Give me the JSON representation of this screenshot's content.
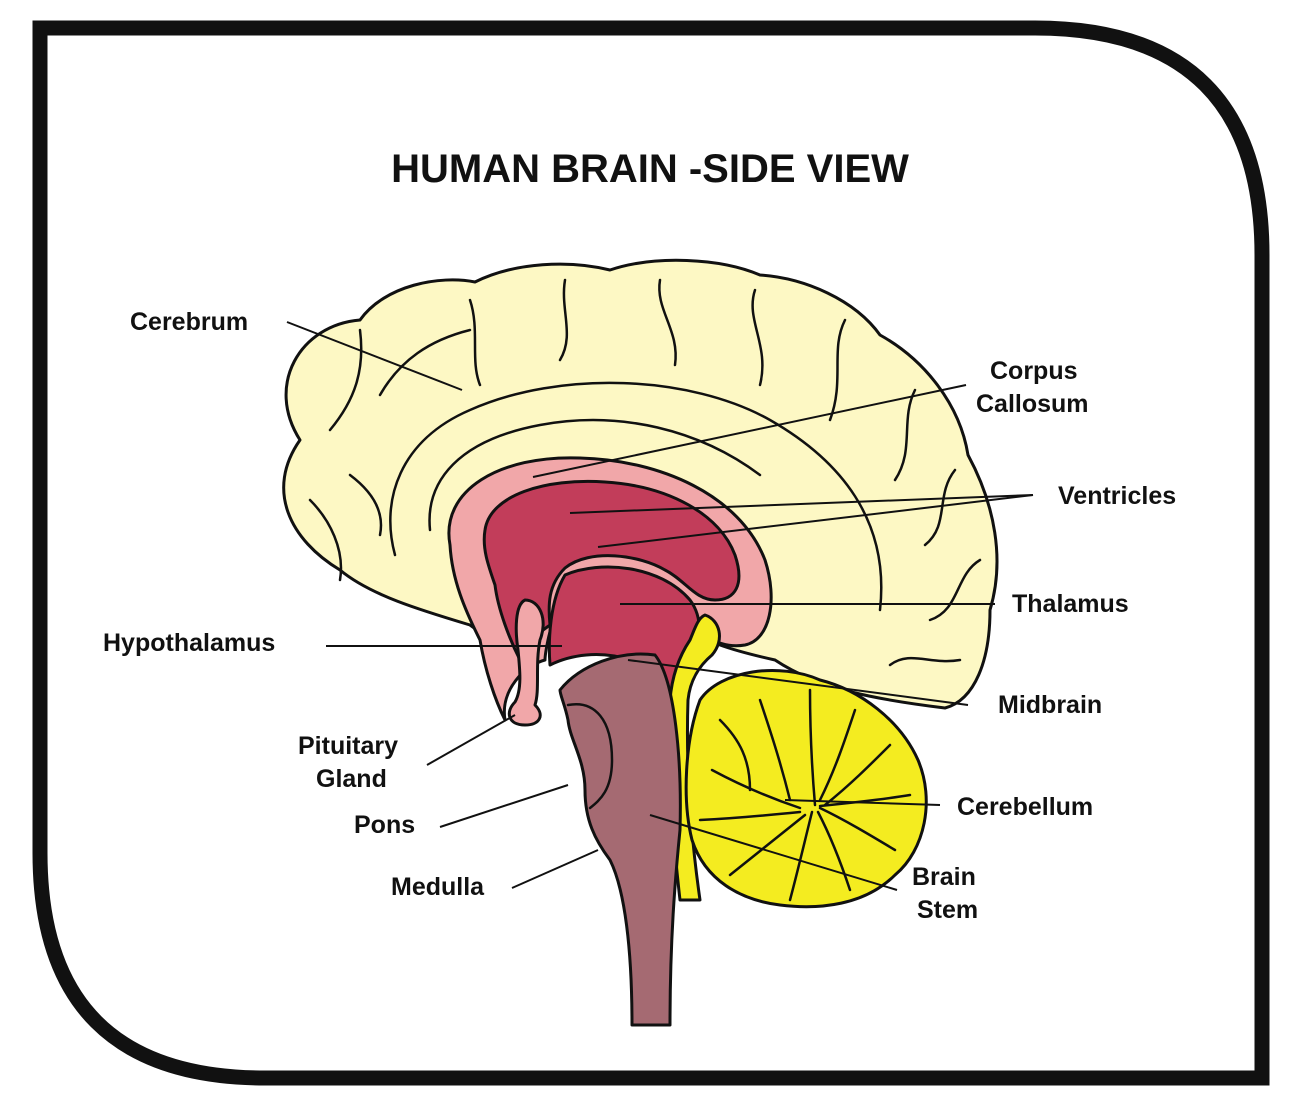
{
  "diagram": {
    "title": "HUMAN BRAIN -SIDE VIEW",
    "labels": {
      "cerebrum": "Cerebrum",
      "corpus_1": "Corpus",
      "corpus_2": "Callosum",
      "ventricles": "Ventricles",
      "thalamus": "Thalamus",
      "hypothalamus": "Hypothalamus",
      "midbrain": "Midbrain",
      "pituitary_1": "Pituitary",
      "pituitary_2": "Gland",
      "cerebellum": "Cerebellum",
      "pons": "Pons",
      "medulla": "Medulla",
      "brainstem_1": "Brain",
      "brainstem_2": "Stem"
    },
    "colors": {
      "frame": "#111111",
      "cerebrum": "#fdf8c4",
      "corpus_callosum": "#f1a7a9",
      "ventricles_thalamus": "#c23d5a",
      "brain_stem": "#a56a72",
      "cerebellum": "#f4ec20",
      "background": "#ffffff"
    },
    "icons": [
      "rounded-frame",
      "brain-illustration"
    ]
  }
}
